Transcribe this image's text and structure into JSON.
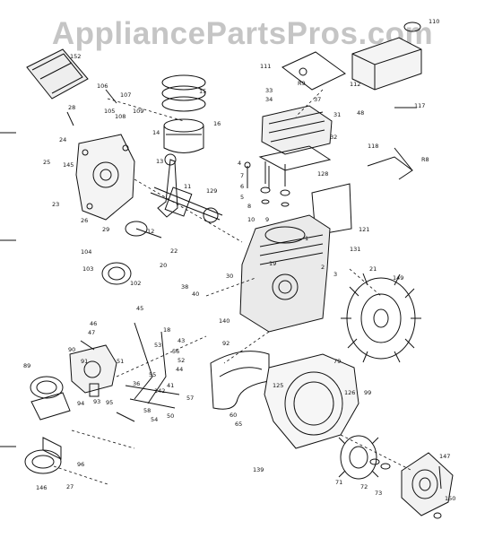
{
  "watermark": "AppliancePartsPros.com",
  "callouts": [
    "152",
    "106",
    "107",
    "15",
    "28",
    "108",
    "109",
    "105",
    "16",
    "14",
    "24",
    "25",
    "145",
    "13",
    "11",
    "23",
    "26",
    "129",
    "29",
    "12",
    "104",
    "103",
    "22",
    "20",
    "102",
    "110",
    "111",
    "R9",
    "33",
    "34",
    "37",
    "31",
    "112",
    "48",
    "117",
    "32",
    "118",
    "R8",
    "128",
    "7",
    "6",
    "5",
    "8",
    "10",
    "9",
    "4",
    "121",
    "1",
    "131",
    "19",
    "30",
    "2",
    "3",
    "38",
    "40",
    "149",
    "21",
    "45",
    "18",
    "46",
    "53",
    "56",
    "47",
    "52",
    "51",
    "44",
    "43",
    "55",
    "41",
    "142",
    "57",
    "54",
    "58",
    "50",
    "36",
    "140",
    "92",
    "94",
    "89",
    "90",
    "91",
    "93",
    "95",
    "96",
    "146",
    "27",
    "60",
    "65",
    "79",
    "125",
    "126",
    "99",
    "139",
    "71",
    "72",
    "73",
    "147",
    "150"
  ]
}
